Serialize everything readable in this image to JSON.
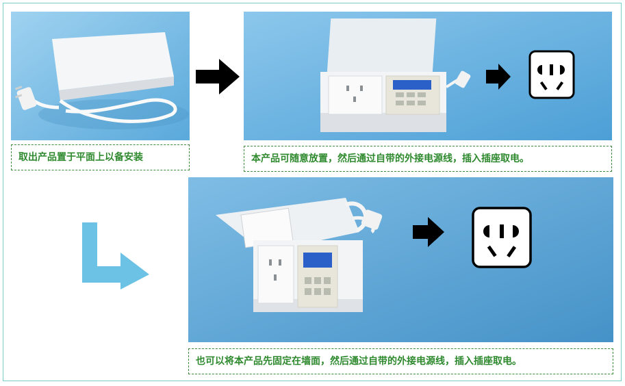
{
  "steps": [
    {
      "caption": "取出产品置于平面上以备安装"
    },
    {
      "caption": "本产品可随意放置，然后通过自带的外接电源线，插入插座取电。"
    },
    {
      "caption": "也可以将本产品先固定在墙面，然后通过自带的外接电源线，插入插座取电。"
    }
  ],
  "colors": {
    "photo_bg": "#6fb6e0",
    "caption_text": "#2f8a2f",
    "caption_border": "#3c8a3c",
    "frame_border": "#79cfc8",
    "flow_arrow": "#6cc2e5"
  },
  "icons": [
    "right-arrow-icon",
    "power-outlet-icon",
    "l-shaped-arrow-icon"
  ]
}
